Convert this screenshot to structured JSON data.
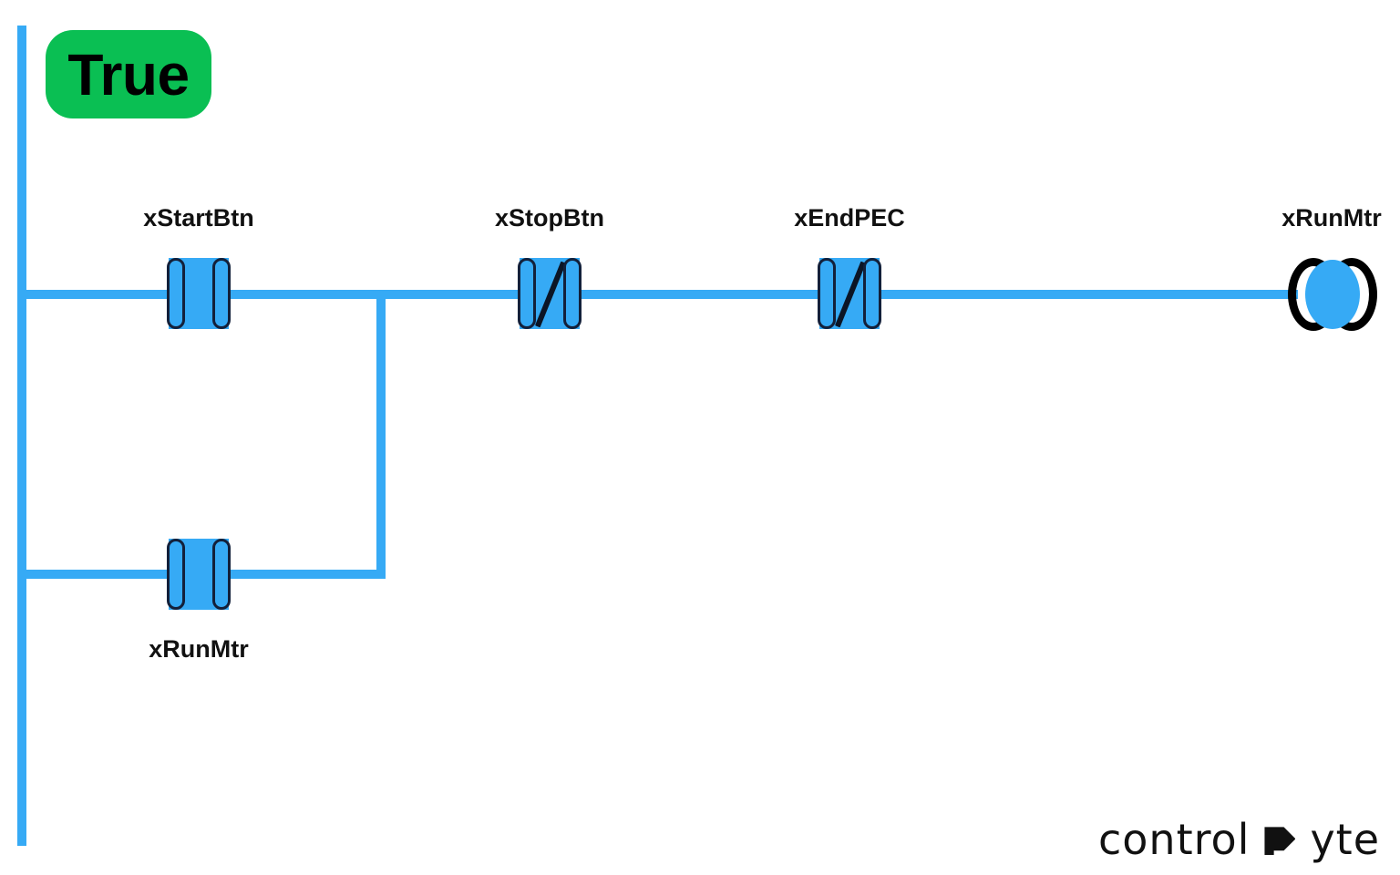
{
  "diagram": {
    "type": "ladder-logic-rung",
    "title_badge": {
      "label": "True",
      "color": "#0ABF53",
      "text_color": "#000000"
    },
    "colors": {
      "wire": "#36AAF5",
      "contact_fill": "#36AAF5",
      "contact_outline": "#13203A",
      "coil_outline": "#000000",
      "background": "#FFFFFF"
    },
    "rails": {
      "left_rail_name": "power-rail"
    },
    "rungs": [
      {
        "name": "main-rung",
        "elements": [
          {
            "id": "xStartBtn",
            "label": "xStartBtn",
            "kind": "contact-no",
            "label_position": "above"
          },
          {
            "id": "xStopBtn",
            "label": "xStopBtn",
            "kind": "contact-nc",
            "label_position": "above"
          },
          {
            "id": "xEndPEC",
            "label": "xEndPEC",
            "kind": "contact-nc",
            "label_position": "above"
          },
          {
            "id": "xRunMtrCoil",
            "label": "xRunMtr",
            "kind": "coil",
            "label_position": "above"
          }
        ]
      },
      {
        "name": "branch-rung",
        "elements": [
          {
            "id": "xRunMtrSeal",
            "label": "xRunMtr",
            "kind": "contact-no",
            "label_position": "below"
          }
        ]
      }
    ]
  },
  "logo": {
    "word_one": "control",
    "word_two": "yte",
    "mark_name": "byte-b-mark"
  }
}
